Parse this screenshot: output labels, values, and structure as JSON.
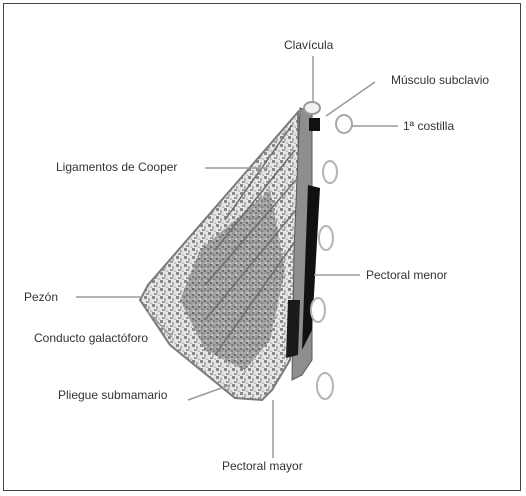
{
  "figure": {
    "labels": {
      "clavicula": "Clavícula",
      "musculo_subclavio": "Músculo subclavio",
      "primera_costilla": "1ª costilla",
      "ligamentos_cooper": "Ligamentos de Cooper",
      "pectoral_menor": "Pectoral menor",
      "pezon": "Pezón",
      "conducto_galactoforo": "Conducto galactóforo",
      "pliegue_submamario": "Pliegue submamario",
      "pectoral_mayor": "Pectoral mayor"
    },
    "colors": {
      "border": "#444444",
      "leader_line": "#9a9a9a",
      "muscle_dark": "#111111",
      "tissue": "#bdbdbd",
      "text": "#333333"
    }
  }
}
